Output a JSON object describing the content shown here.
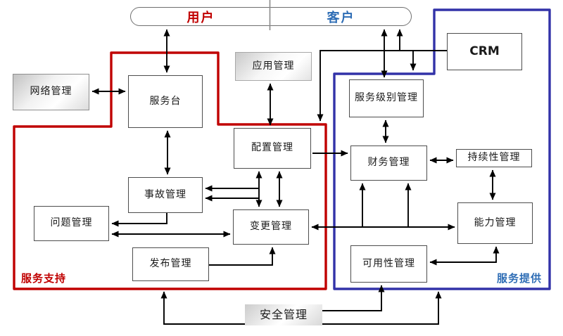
{
  "diagram": {
    "top_bar": {
      "user_label": "用户",
      "customer_label": "客户"
    },
    "regions": {
      "service_support": {
        "label": "服务支持",
        "border_color": "#c00000"
      },
      "service_delivery": {
        "label": "服务提供",
        "border_color": "#3232a8"
      }
    },
    "nodes": {
      "network": {
        "label": "网络管理"
      },
      "service_desk": {
        "label": "服务台"
      },
      "application": {
        "label": "应用管理"
      },
      "crm": {
        "label": "CRM"
      },
      "service_level": {
        "label": "服务级别管理"
      },
      "configuration": {
        "label": "配置管理"
      },
      "finance": {
        "label": "财务管理"
      },
      "continuity": {
        "label": "持续性管理"
      },
      "incident": {
        "label": "事故管理"
      },
      "capacity": {
        "label": "能力管理"
      },
      "problem": {
        "label": "问题管理"
      },
      "change": {
        "label": "变更管理"
      },
      "release": {
        "label": "发布管理"
      },
      "availability": {
        "label": "可用性管理"
      },
      "security": {
        "label": "安全管理"
      }
    },
    "colors": {
      "support_red": "#c00000",
      "delivery_blue": "#3232a8",
      "customer_text_blue": "#2e6db5",
      "line_black": "#000000"
    }
  }
}
